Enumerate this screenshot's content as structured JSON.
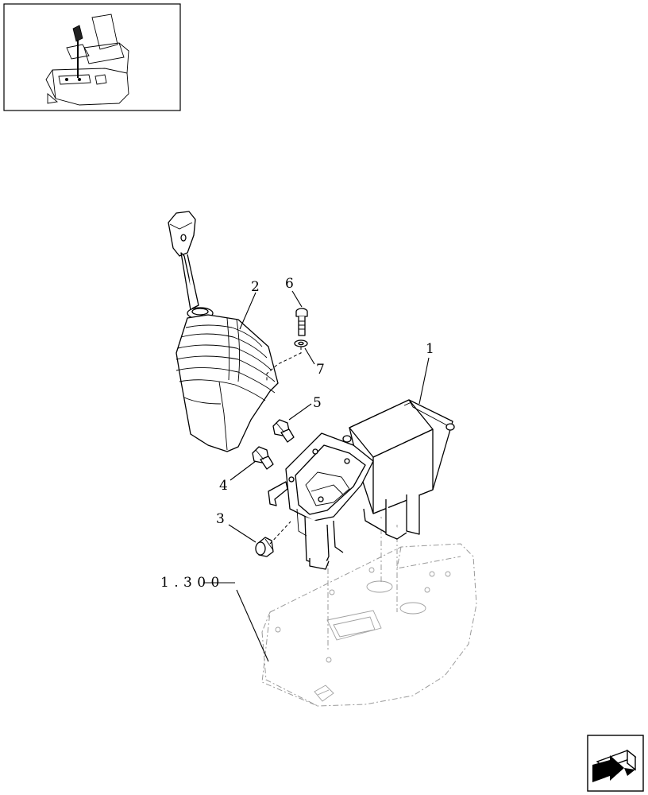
{
  "callouts": {
    "c1": "1",
    "c2": "2",
    "c3": "3",
    "c4": "4",
    "c5": "5",
    "c6": "6",
    "c7": "7"
  },
  "reference": {
    "label": "1 . 3 0 0"
  },
  "thumbnail": {
    "icon": "machine-overview-thumbnail"
  },
  "navigation": {
    "icon": "next-page-arrow-icon"
  }
}
